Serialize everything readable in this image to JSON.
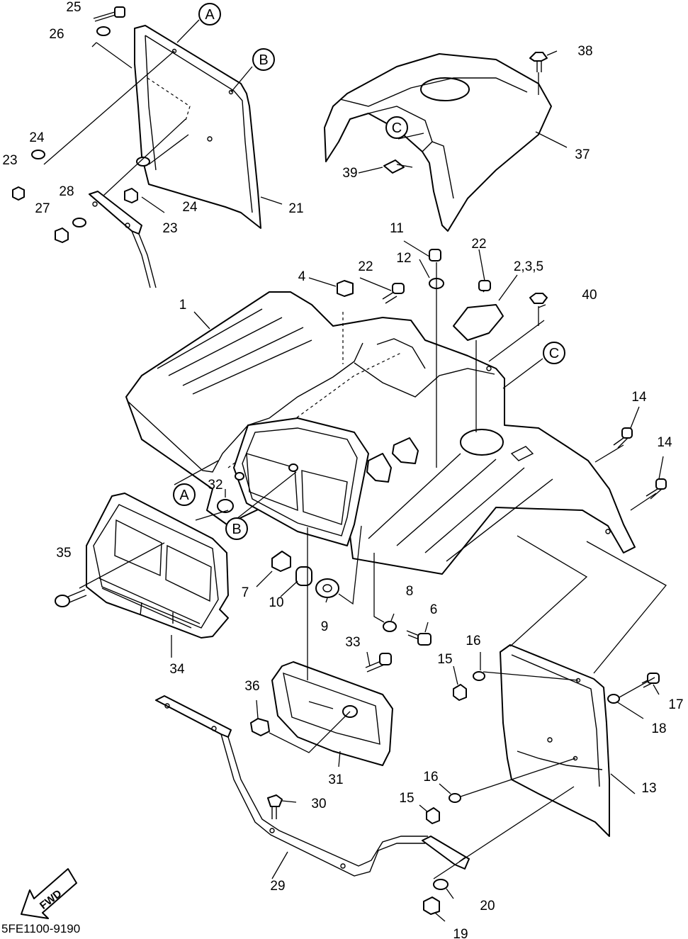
{
  "callouts": {
    "c1": "1",
    "c235": "2,3,5",
    "c4": "4",
    "c6": "6",
    "c7": "7",
    "c8": "8",
    "c9": "9",
    "c10": "10",
    "c11": "11",
    "c12": "12",
    "c13": "13",
    "c14a": "14",
    "c14b": "14",
    "c15a": "15",
    "c15b": "15",
    "c16a": "16",
    "c16b": "16",
    "c17": "17",
    "c18": "18",
    "c19": "19",
    "c20": "20",
    "c21": "21",
    "c22a": "22",
    "c22b": "22",
    "c23a": "23",
    "c23b": "23",
    "c24a": "24",
    "c24b": "24",
    "c25": "25",
    "c26": "26",
    "c27": "27",
    "c28": "28",
    "c29": "29",
    "c30": "30",
    "c31": "31",
    "c32": "32",
    "c33": "33",
    "c34": "34",
    "c35": "35",
    "c36": "36",
    "c37": "37",
    "c38": "38",
    "c39": "39",
    "c40": "40"
  },
  "refs": {
    "a1": "A",
    "a2": "A",
    "b1": "B",
    "b2": "B",
    "cc1": "C",
    "cc2": "C"
  },
  "fwd_label": "FWD",
  "diagram_code": "5FE1100-9190"
}
